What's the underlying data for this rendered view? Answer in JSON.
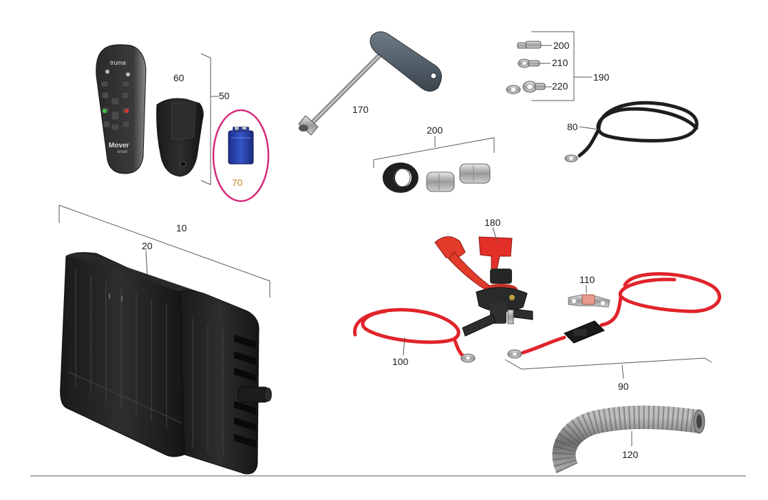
{
  "labels": {
    "l10": "10",
    "l20": "20",
    "l50": "50",
    "l60": "60",
    "l70": "70",
    "l80": "80",
    "l90": "90",
    "l100": "100",
    "l110": "110",
    "l120": "120",
    "l170": "170",
    "l180": "180",
    "l190": "190",
    "l200a": "200",
    "l200b": "200",
    "l210": "210",
    "l220": "220"
  },
  "remote": {
    "brand": "truma",
    "model": "Mover",
    "sub": "smart"
  },
  "colors": {
    "highlight_ring": "#d6287a",
    "highlight_label": "#c8862a",
    "cable_red": "#e0242a",
    "cable_black": "#1e1e1e"
  },
  "parts": [
    "remote-control",
    "remote-holster",
    "battery-9v",
    "t-handle-socket-wrench",
    "ferrite-cores",
    "cable-lugs",
    "black-cable",
    "control-unit-housing",
    "battery-isolator-switch",
    "red-cable",
    "fuse-holder",
    "fuse",
    "fused-red-cable",
    "corrugated-conduit"
  ]
}
